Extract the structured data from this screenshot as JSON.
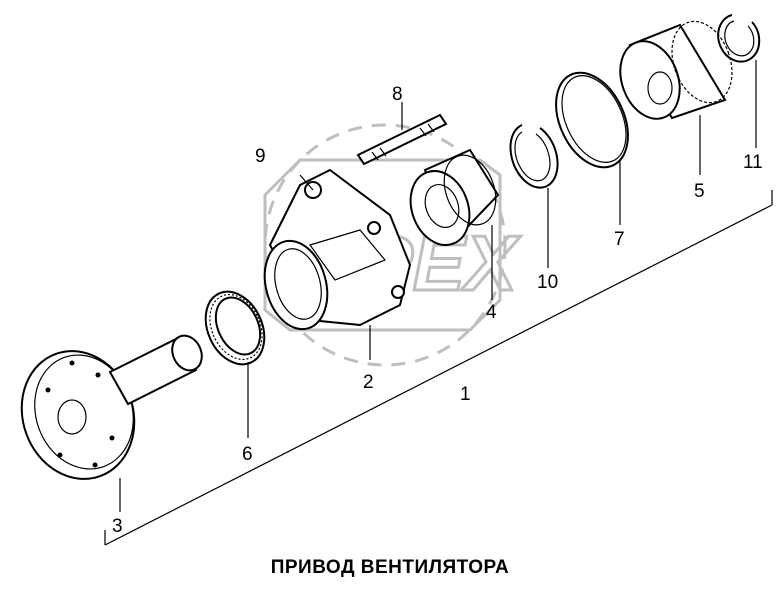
{
  "title": "ПРИВОД ВЕНТИЛЯТОРА",
  "watermark": "OPEX",
  "callouts": [
    {
      "id": "c1",
      "text": "1"
    },
    {
      "id": "c2",
      "text": "2"
    },
    {
      "id": "c3",
      "text": "3"
    },
    {
      "id": "c4",
      "text": "4"
    },
    {
      "id": "c5",
      "text": "5"
    },
    {
      "id": "c6",
      "text": "6"
    },
    {
      "id": "c7",
      "text": "7"
    },
    {
      "id": "c8",
      "text": "8"
    },
    {
      "id": "c9",
      "text": "9"
    },
    {
      "id": "c10",
      "text": "10"
    },
    {
      "id": "c11",
      "text": "11"
    }
  ]
}
